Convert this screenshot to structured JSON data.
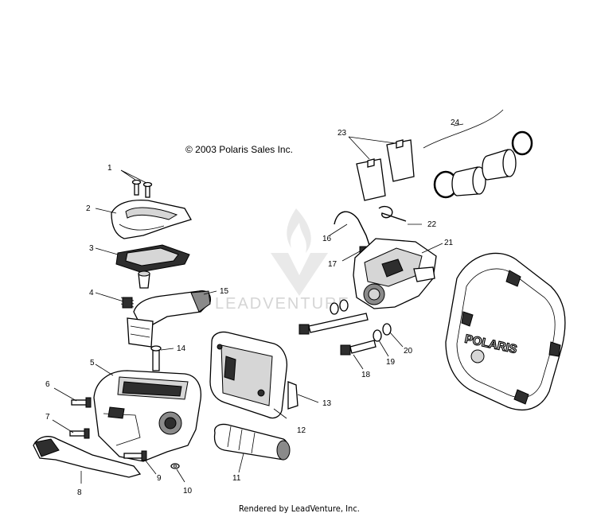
{
  "copyright": "© 2003 Polaris Sales Inc.",
  "footer": "Rendered by LeadVenture, Inc.",
  "watermark": "LEADVENTURE",
  "brand_logo": "POLARIS",
  "callouts": {
    "c1": "1",
    "c2": "2",
    "c3": "3",
    "c4": "4",
    "c5": "5",
    "c6": "6",
    "c7": "7",
    "c8": "8",
    "c9": "9",
    "c10": "10",
    "c11": "11",
    "c12": "12",
    "c13": "13",
    "c14": "14",
    "c15": "15",
    "c16": "16",
    "c17": "17",
    "c18": "18",
    "c19": "19",
    "c20": "20",
    "c21": "21",
    "c22": "22",
    "c23": "23",
    "c24": "24"
  }
}
